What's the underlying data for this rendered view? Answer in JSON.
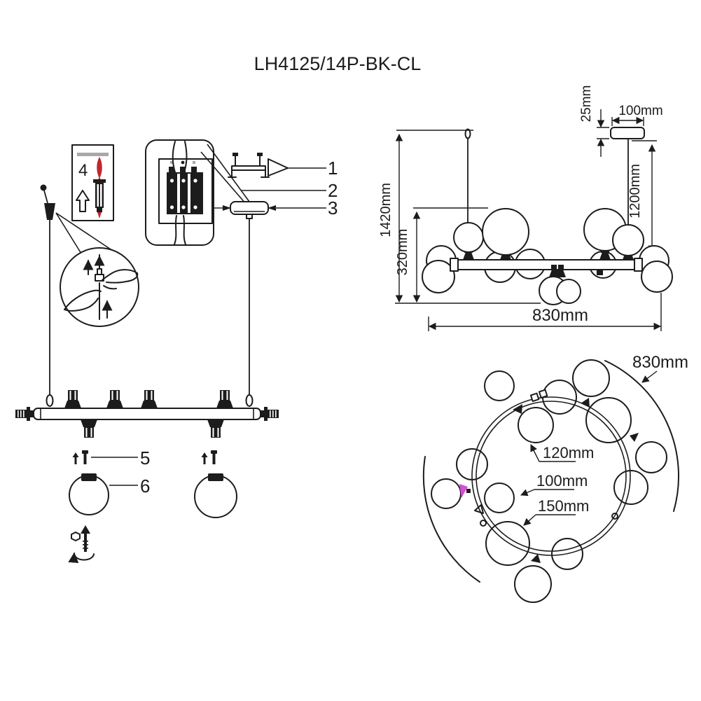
{
  "title": "LH4125/14P-BK-CL",
  "parts": {
    "p1": "1",
    "p2": "2",
    "p3": "3",
    "p4": "4",
    "p5": "5",
    "p6": "6"
  },
  "side_view": {
    "total_height": "1420mm",
    "body_height": "320mm",
    "canopy_thickness": "25mm",
    "canopy_width": "100mm",
    "rod_length": "1200mm",
    "width": "830mm"
  },
  "top_view": {
    "diameter": "830mm",
    "globe_medium": "120mm",
    "globe_small": "100mm",
    "globe_large": "150mm"
  },
  "colors": {
    "line": "#1c1c1c",
    "accent_red": "#c1272d",
    "accent_magenta": "#d44fd4",
    "ceiling_gray": "#a8a8a8"
  }
}
